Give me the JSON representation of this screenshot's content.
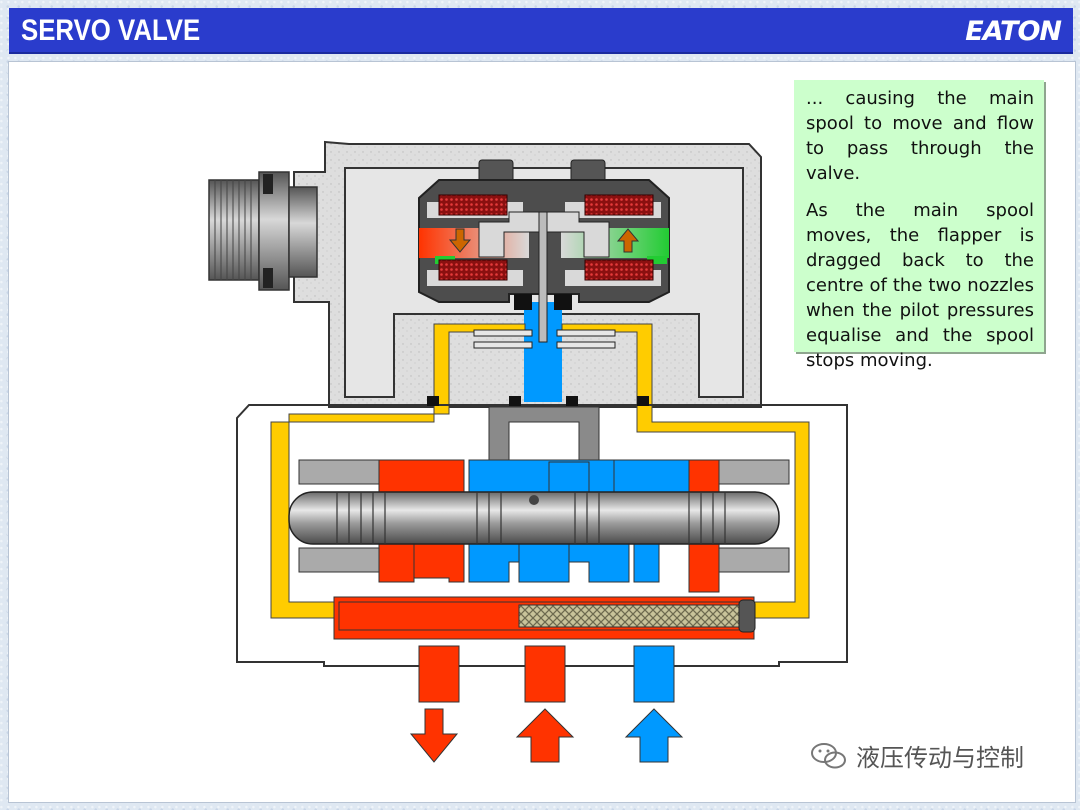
{
  "header": {
    "title": "SERVO VALVE",
    "logo": "EATON"
  },
  "note": {
    "paragraph_1": "... causing the main spool to move and flow to pass through the valve.",
    "paragraph_2": "As the main spool moves, the flapper is dragged back to the centre of the two nozzles when the pilot pressures equalise and the spool stops moving."
  },
  "watermark": {
    "text": "液压传动与控制",
    "icon": "wechat-icon"
  },
  "colors": {
    "pressure": "#ff3300",
    "return": "#0099ff",
    "pilot": "#ffcc00",
    "body": "#dcdcdc",
    "header": "#2a3ccc",
    "note_bg": "#ccffcc"
  },
  "ports": [
    {
      "name": "port-a",
      "arrow": "down",
      "color": "#ff3300"
    },
    {
      "name": "port-p",
      "arrow": "up",
      "color": "#ff3300"
    },
    {
      "name": "port-t",
      "arrow": "up",
      "color": "#0099ff"
    }
  ]
}
